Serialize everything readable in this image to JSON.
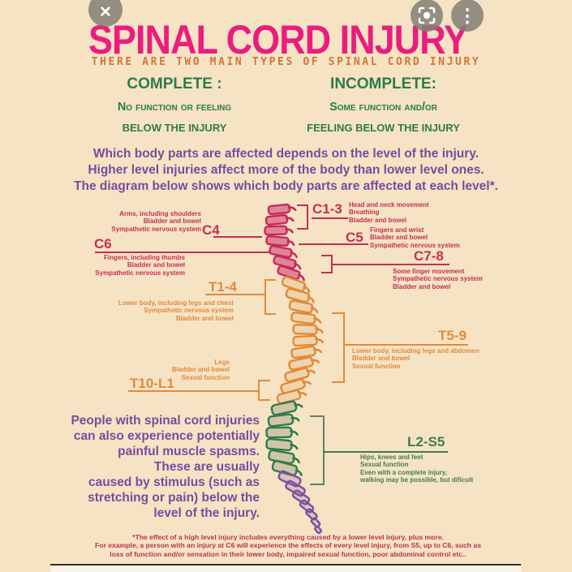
{
  "colors": {
    "background": "#f6e3c4",
    "title_pink": "#ea1d7e",
    "subtitle_orange": "#d2753a",
    "heading_green": "#2c7c49",
    "body_purple": "#7c4a9c",
    "cervical_crimson": "#c8285f",
    "thoracic_orange": "#df8a3b",
    "lumbar_green": "#2e7c4d",
    "sacral_purple": "#7a4f9f",
    "footnote_red": "#b73352"
  },
  "viewer": {
    "icons": {
      "close": "✕",
      "lens": "lens-icon",
      "more": "⋮"
    }
  },
  "header": {
    "title": "SPINAL CORD INJURY",
    "subtitle": "THERE ARE TWO MAIN TYPES OF SPINAL CORD INJURY"
  },
  "types": {
    "complete": {
      "heading": "COMPLETE :",
      "line1": "No function or feeling",
      "line2": "BELOW THE INJURY"
    },
    "incomplete": {
      "heading": "INCOMPLETE:",
      "line1": "Some function and/or",
      "line2": "FEELING BELOW THE INJURY"
    }
  },
  "intro": {
    "lines": [
      "Which body parts are affected depends on the level of the injury.",
      "Higher level injuries affect more of the body than lower level ones.",
      "The diagram below shows which body parts are affected at each level*."
    ]
  },
  "levels": {
    "c13": {
      "id": "C1-3",
      "functions": [
        "Head and neck movement",
        "Breathing",
        "Bladder and bowel"
      ]
    },
    "c4": {
      "id": "C4",
      "functions": [
        "Arms, including shoulders",
        "Bladder and bowel",
        "Sympathetic nervous system"
      ]
    },
    "c5": {
      "id": "C5",
      "functions": [
        "Fingers and wrist",
        "Bladder and bowel",
        "Sympathetic nervous system"
      ]
    },
    "c6": {
      "id": "C6",
      "functions": [
        "Fingers, including thumbs",
        "Bladder and bowel",
        "Sympathetic nervous system"
      ]
    },
    "c78": {
      "id": "C7-8",
      "functions": [
        "Some finger movement",
        "Sympathetic nervous system",
        "Bladder and bowel"
      ]
    },
    "t14": {
      "id": "T1-4",
      "functions": [
        "Lower body, including legs and chest",
        "Sympathetic nervous system",
        "Bladder and bowel"
      ]
    },
    "t59": {
      "id": "T5-9",
      "functions": [
        "Lower body, including legs and abdomen",
        "Bladder and bowel",
        "Sexual function"
      ]
    },
    "t10l1": {
      "id": "T10-L1",
      "functions": [
        "Legs",
        "Bladder and bowel",
        "Sexual function"
      ]
    },
    "l2s5": {
      "id": "L2-S5",
      "functions": [
        "Hips, knees and feet",
        "Sexual function",
        "Even with a complete injury,",
        "walking may be possible, but dificult"
      ]
    }
  },
  "spasm": {
    "lines": [
      "People with spinal cord injuries",
      "can also experience potentially",
      "painful muscle spasms.",
      "These are usually",
      "caused by stimulus (such as",
      "stretching or pain) below the",
      "level of the injury."
    ]
  },
  "footnote": {
    "lines": [
      "*The effect of a high level injury includes everything caused by a lower level injury, plus more.",
      "For example, a person with an injury at C6 will experience the effects of every level injury, from S5, up to C6, such as",
      "loss of function and/or sensation in their lower body, impaired sexual function, poor abdominal control etc.."
    ]
  }
}
